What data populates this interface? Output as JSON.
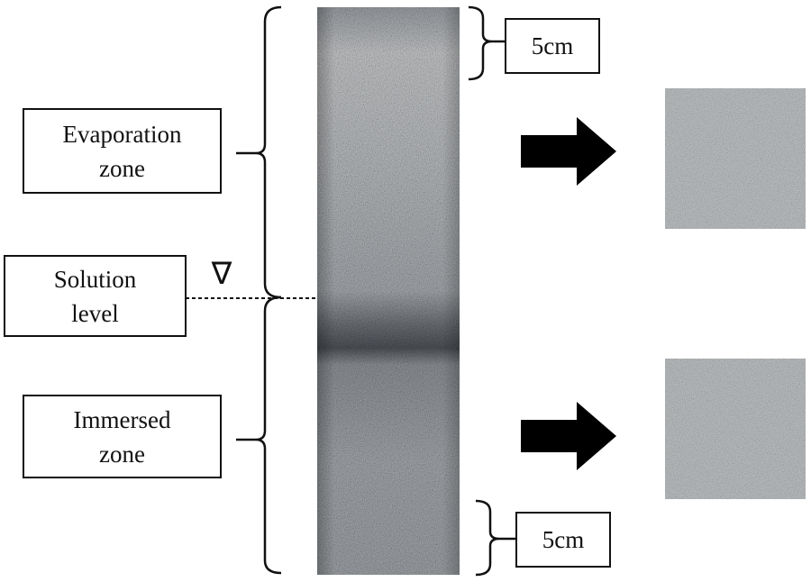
{
  "labels": {
    "evaporation_zone": [
      "Evaporation",
      "zone"
    ],
    "solution_level": [
      "Solution",
      "level"
    ],
    "immersed_zone": [
      "Immersed",
      "zone"
    ]
  },
  "scale": {
    "top": "5cm",
    "bottom": "5cm"
  },
  "symbols": {
    "water_level_marker": "∇"
  },
  "colors": {
    "specimen_base": "#8f9499",
    "specimen_dark_band": "#4a4e53",
    "sample_base": "#b9bcbe",
    "line": "#111111"
  },
  "icons": {
    "arrow_evaporation": "right-arrow-icon",
    "arrow_immersed": "right-arrow-icon",
    "level_marker": "inverted-triangle-icon"
  }
}
